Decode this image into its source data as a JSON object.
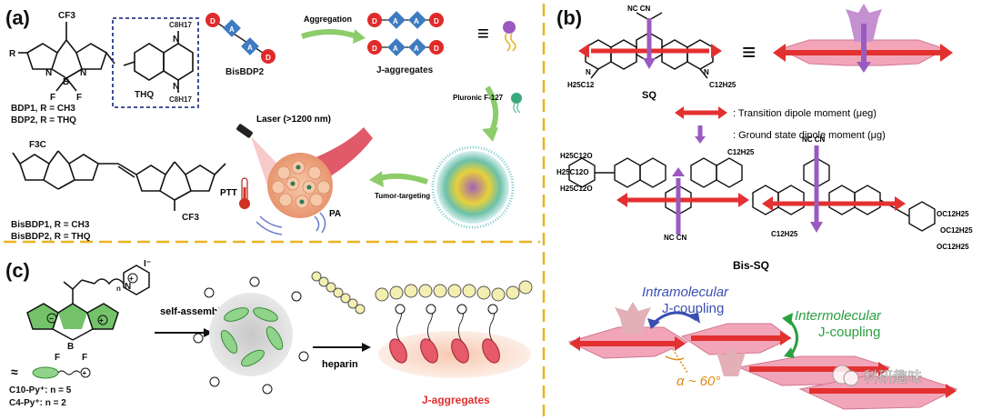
{
  "panels": {
    "a": {
      "tag": "(a)",
      "bodipy_top": {
        "cf3": "CF3",
        "f1": "F",
        "f2": "F",
        "n_minus": "N",
        "n_plus": "N",
        "b": "B",
        "r": "R"
      },
      "thq_box_label": "THQ",
      "thq_sub_top": "C8H17",
      "thq_sub_bottom": "C8H17",
      "thq_n1": "N",
      "thq_n2": "N",
      "bdp1_line": "BDP1, R = CH3",
      "bdp2_line": "BDP2, R = THQ",
      "bis_cf3_left": "F3C",
      "bis_cf3_right": "CF3",
      "bisbdp1_line": "BisBDP1, R = CH3",
      "bisbdp2_line": "BisBDP2, R = THQ",
      "unit_d": "D",
      "unit_a": "A",
      "aggregation_label": "Aggregation",
      "bisbdp2_label": "BisBDP2",
      "jagg_label": "J-aggregates",
      "pluronic_label": "Pluronic F-127",
      "laser_label": "Laser (>1200 nm)",
      "ptt_label": "PTT",
      "pa_label": "PA",
      "tumor_label": "Tumor-targeting"
    },
    "b": {
      "tag": "(b)",
      "sq_label": "SQ",
      "sq_cn": "NC  CN",
      "sq_n_plus": "N",
      "sq_n": "N",
      "sq_r_left": "H25C12",
      "sq_r_right": "C12H25",
      "equiv_symbol": "≡",
      "legend_transition": ": Transition dipole moment (μeg)",
      "legend_ground": ": Ground state dipole moment (μg)",
      "bissq_label": "Bis-SQ",
      "bissq_left_chains": [
        "H25C12O",
        "H25C12O",
        "H25C12O"
      ],
      "bissq_right_chains": [
        "OC12H25",
        "OC12H25",
        "OC12H25"
      ],
      "bissq_c12_top": "C12H25",
      "bissq_c12_bottom": "C12H25",
      "bissq_cn": "NC  CN",
      "intra_label_1": "Intramolecular",
      "intra_label_2": "J-coupling",
      "inter_label_1": "Intermolecular",
      "inter_label_2": "J-coupling",
      "angle_label": "α ~ 60°"
    },
    "c": {
      "tag": "(c)",
      "iodide": "I⁻",
      "n_index": "n",
      "bodipy": {
        "b": "B",
        "f1": "F",
        "f2": "F",
        "n_plus": "N"
      },
      "self_assembly_label": "self-assembly",
      "heparin_label": "heparin",
      "jagg_label": "J-aggregates",
      "c10_line": "C10-Py⁺: n = 5",
      "c4_line": "C4-Py⁺:  n = 2",
      "approx_symbol": "≈"
    }
  },
  "watermark": "科研趣味",
  "colors": {
    "divider": "#e8b420",
    "donor_red": "#e02a2a",
    "acceptor_blue": "#3e7bc0",
    "arrow_green": "#8ccc6a",
    "dipole_red": "#e33030",
    "dipole_purple": "#9a5bc0",
    "molecule_pink": "#f2a5b8",
    "jagg_text": "#e03030",
    "intra_blue": "#3a4fb0",
    "inter_green": "#2aa040",
    "angle_orange": "#e08a1a",
    "bodipy_green": "#5cb850"
  }
}
